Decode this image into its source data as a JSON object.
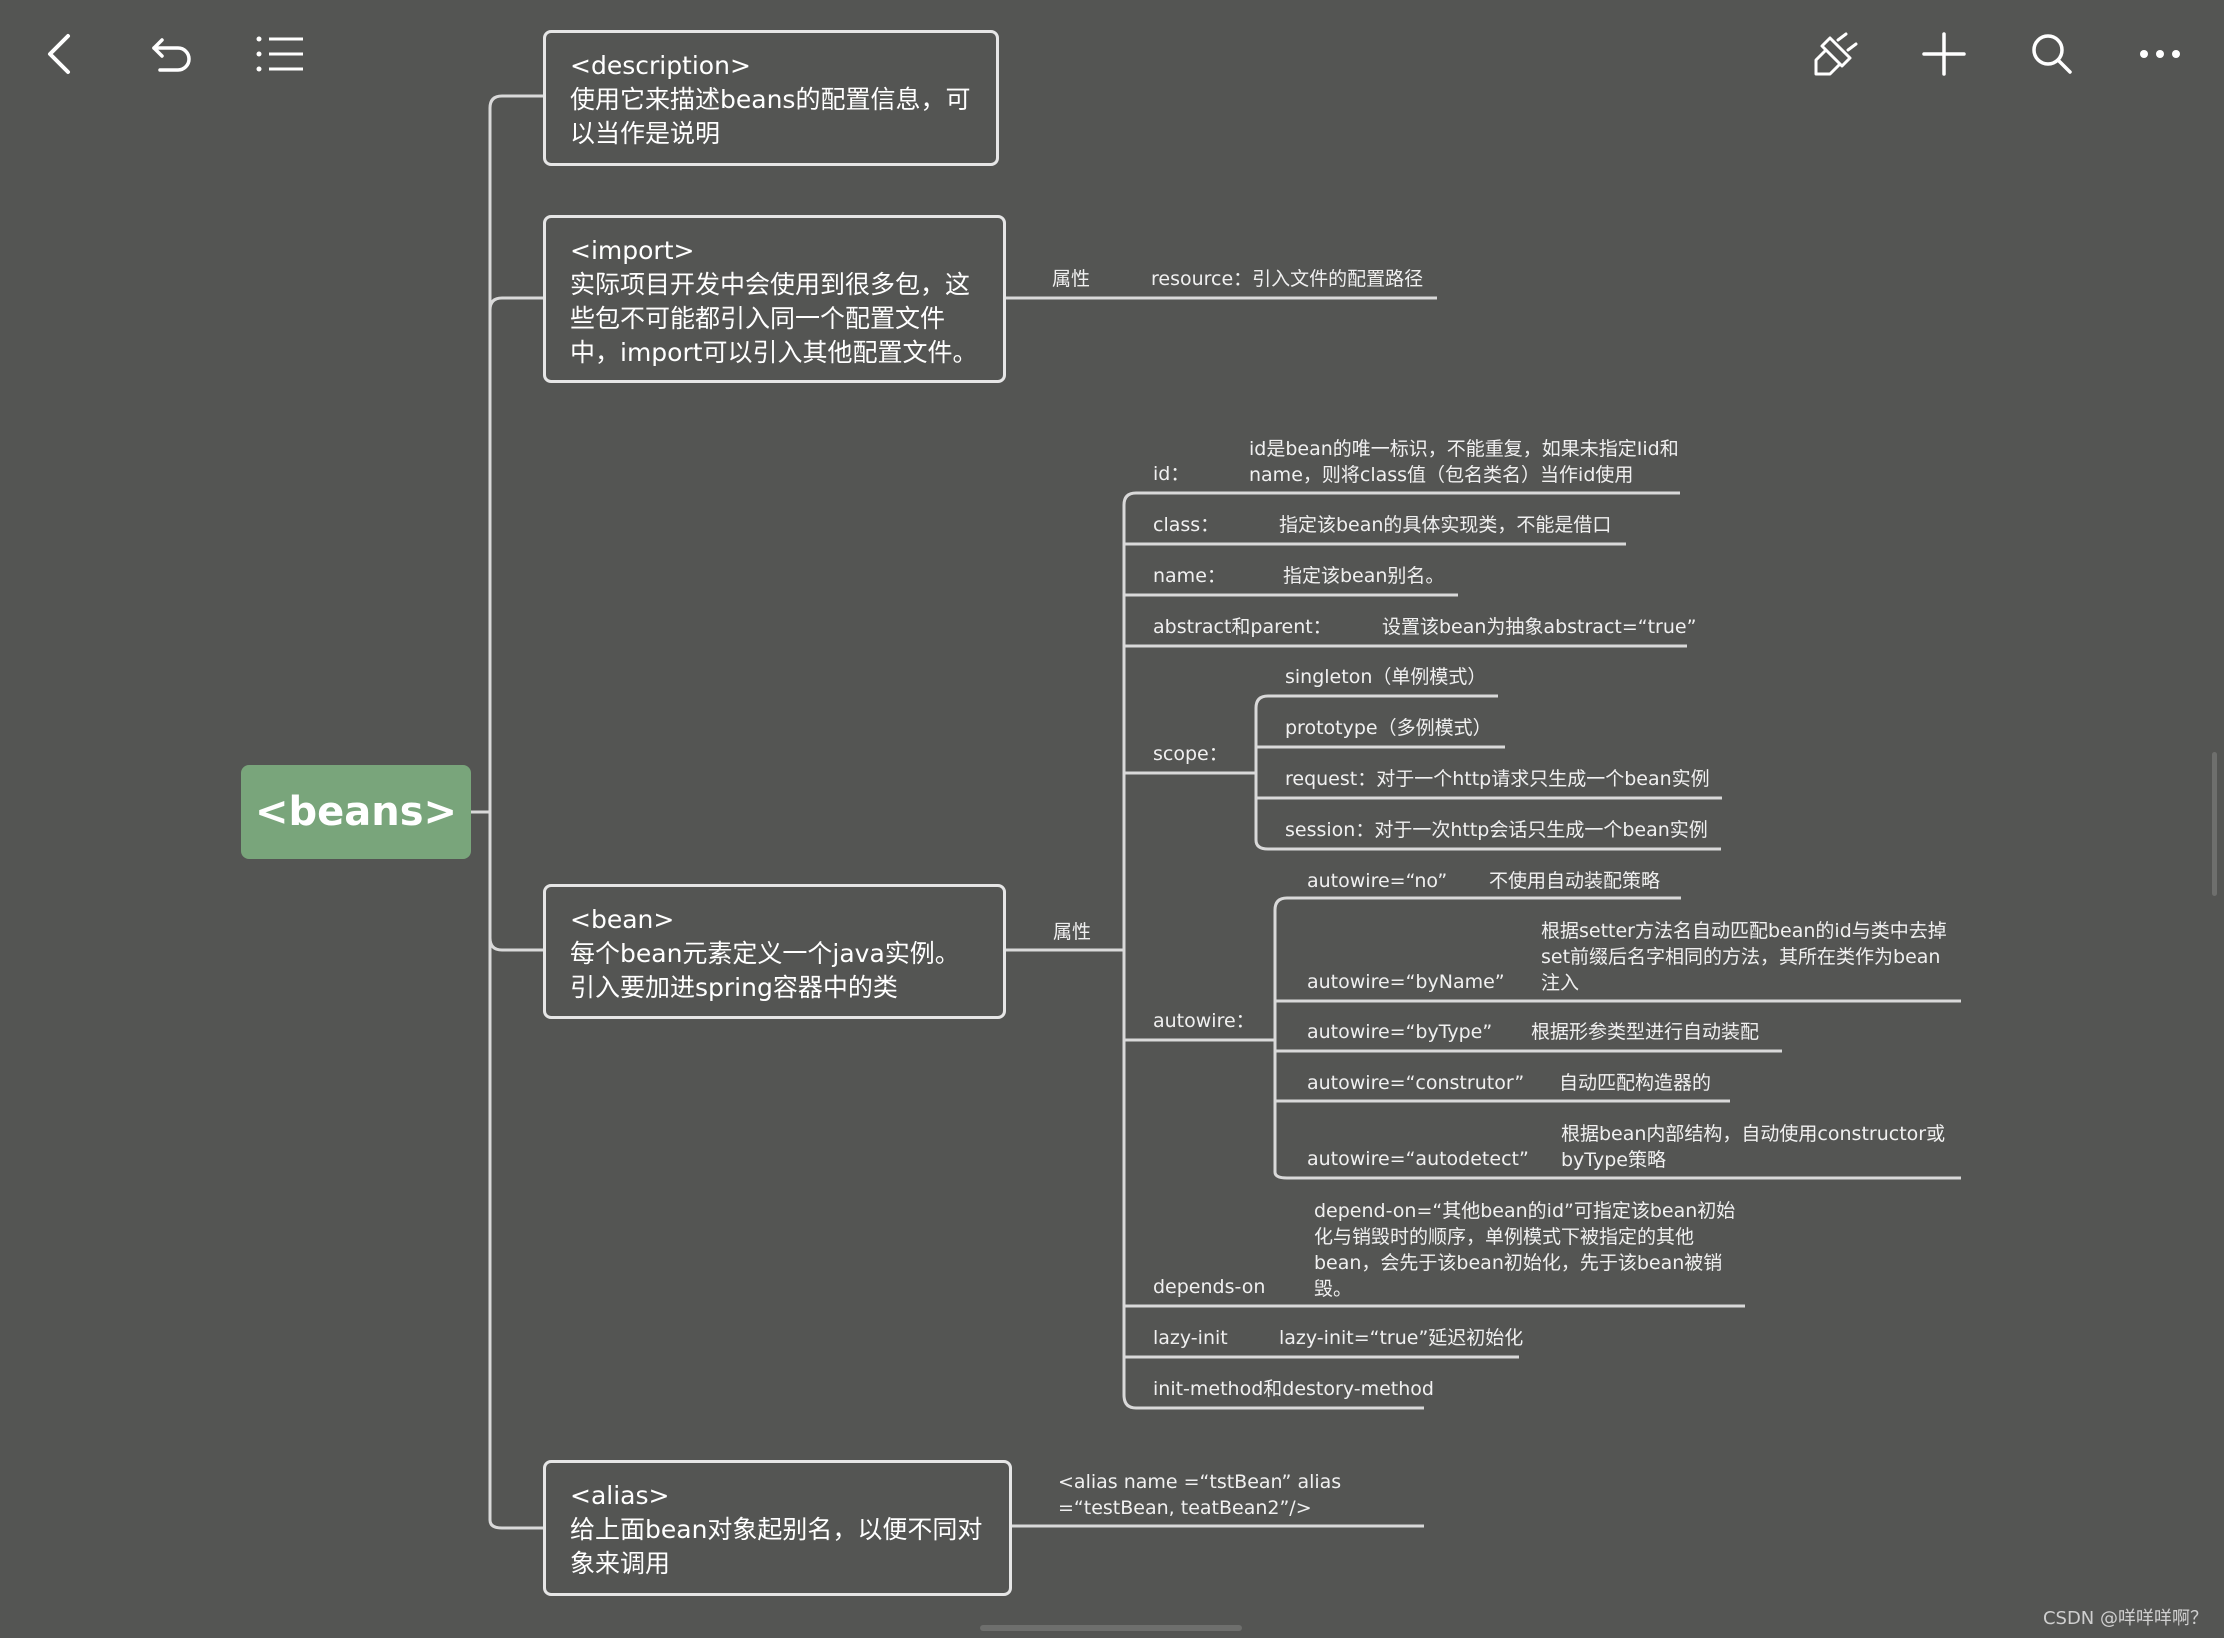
{
  "toolbar": {
    "back_icon": "chevron-left-icon",
    "undo_icon": "undo-icon",
    "outline_icon": "list-icon",
    "style_icon": "brush-icon",
    "add_icon": "plus-icon",
    "search_icon": "search-icon",
    "more_icon": "more-icon"
  },
  "root": {
    "label": "<beans>"
  },
  "description": {
    "tag": "<description>",
    "text": "使用它来描述beans的配置信息，可以当作是说明"
  },
  "import": {
    "tag": "<import>",
    "text": "实际项目开发中会使用到很多包，这些包不可能都引入同一个配置文件中，import可以引入其他配置文件。",
    "attr_label": "属性",
    "resource": "resource：引入文件的配置路径"
  },
  "bean": {
    "tag": "<bean>",
    "text": "每个bean元素定义一个java实例。引入要加进spring容器中的类",
    "attr_label": "属性",
    "id_label": "id：",
    "id_desc": "id是bean的唯一标识，不能重复，如果未指定Iid和name，则将class值（包名类名）当作id使用",
    "class_label": "class：",
    "class_desc": "指定该bean的具体实现类，不能是借口",
    "name_label": "name：",
    "name_desc": "指定该bean别名。",
    "abstract_label": "abstract和parent：",
    "abstract_desc": "设置该bean为抽象abstract=“true”",
    "scope_label": "scope：",
    "scope_items": [
      "singleton（单例模式）",
      "prototype（多例模式）",
      "request：对于一个http请求只生成一个bean实例",
      "session：对于一次http会话只生成一个bean实例"
    ],
    "autowire_label": "autowire：",
    "autowire_items": [
      {
        "key": "autowire=“no”",
        "desc": "不使用自动装配策略"
      },
      {
        "key": "autowire=“byName”",
        "desc": "根据setter方法名自动匹配bean的id与类中去掉set前缀后名字相同的方法，其所在类作为bean注入"
      },
      {
        "key": "autowire=“byType”",
        "desc": "根据形参类型进行自动装配"
      },
      {
        "key": "autowire=“construtor”",
        "desc": "自动匹配构造器的"
      },
      {
        "key": "autowire=“autodetect”",
        "desc": "根据bean内部结构，自动使用constructor或byType策略"
      }
    ],
    "depends_label": "depends-on",
    "depends_desc": "depend-on=“其他bean的id”可指定该bean初始化与销毁时的顺序，单例模式下被指定的其他bean，会先于该bean初始化，先于该bean被销毁。",
    "lazy_label": "lazy-init",
    "lazy_desc": "lazy-init=“true”延迟初始化",
    "init_label": "init-method和destory-method"
  },
  "alias": {
    "tag": "<alias>",
    "text": "给上面bean对象起别名，以便不同对象来调用",
    "example": "<alias name =“tstBean” alias =“testBean, teatBean2”/>"
  },
  "watermark": "CSDN @咩咩咩啊？"
}
